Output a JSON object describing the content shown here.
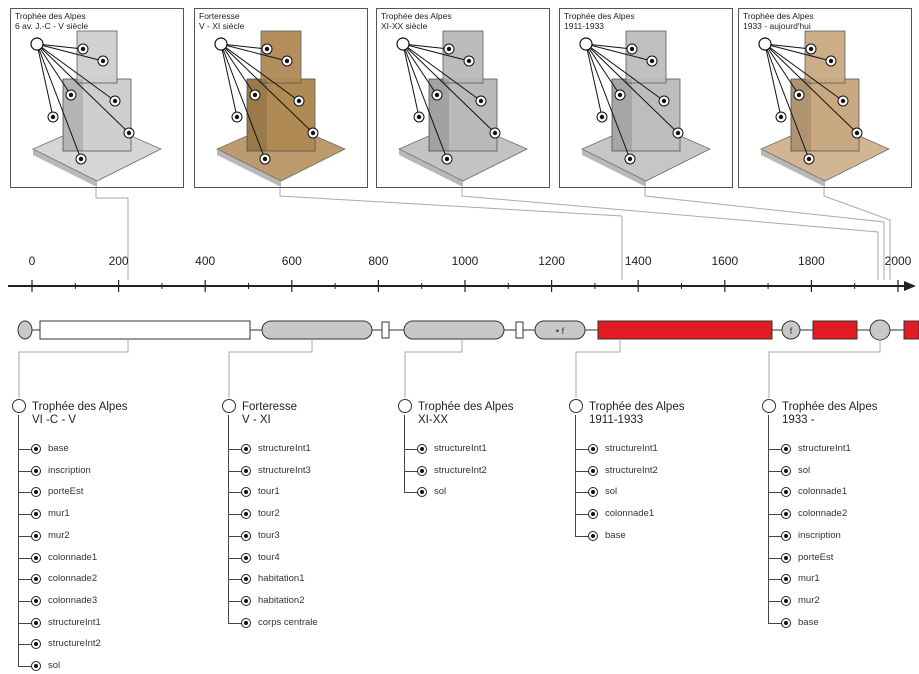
{
  "thumbnails": [
    {
      "line1": "Trophée des Alpes",
      "line2": "6 av. J.-C - V siècle",
      "tone": "#cfcfcf"
    },
    {
      "line1": "Forteresse",
      "line2": "V - XI siècle",
      "tone": "#b08a55"
    },
    {
      "line1": "Trophée des Alpes",
      "line2": "XI-XX siècle",
      "tone": "#b9b9b9"
    },
    {
      "line1": "Trophée des Alpes",
      "line2": "1911-1933",
      "tone": "#bdbdbd"
    },
    {
      "line1": "Trophée des Alpes",
      "line2": "1933 - aujourd'hui",
      "tone": "#c9a982"
    }
  ],
  "axis": {
    "ticks": [
      "0",
      "200",
      "400",
      "600",
      "800",
      "1000",
      "1200",
      "1400",
      "1600",
      "1800",
      "2000"
    ]
  },
  "bar": {
    "segment_labels": [
      "• f",
      "f"
    ]
  },
  "trees": [
    {
      "title1": "Trophée des Alpes",
      "title2": "VI -C - V",
      "items": [
        "base",
        "inscription",
        "porteEst",
        "mur1",
        "mur2",
        "colonnade1",
        "colonnade2",
        "colonnade3",
        "structureInt1",
        "structureInt2",
        "sol"
      ]
    },
    {
      "title1": "Forteresse",
      "title2": "V - XI",
      "items": [
        "structureInt1",
        "structureInt3",
        "tour1",
        "tour2",
        "tour3",
        "tour4",
        "habitation1",
        "habitation2",
        "corps centrale"
      ]
    },
    {
      "title1": "Trophée des Alpes",
      "title2": "XI-XX",
      "items": [
        "structureInt1",
        "structureInt2",
        "sol"
      ]
    },
    {
      "title1": "Trophée des Alpes",
      "title2": "1911-1933",
      "items": [
        "structureInt1",
        "structureInt2",
        "sol",
        "colonnade1",
        "base"
      ]
    },
    {
      "title1": "Trophée des Alpes",
      "title2": "1933 -",
      "items": [
        "structureInt1",
        "sol",
        "colonnade1",
        "colonnade2",
        "inscription",
        "porteEst",
        "mur1",
        "mur2",
        "base"
      ]
    }
  ],
  "colors": {
    "accent": "#e31b23",
    "capsule": "#c8c8c8",
    "line": "#333333"
  }
}
